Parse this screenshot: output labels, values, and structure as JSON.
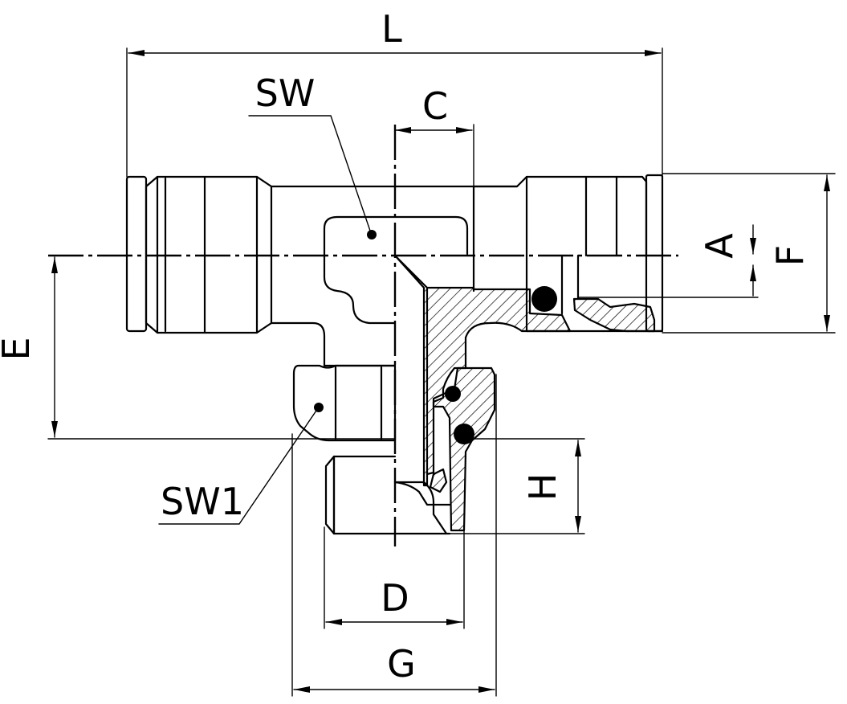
{
  "labels": {
    "L": "L",
    "SW": "SW",
    "C": "C",
    "A": "A",
    "F": "F",
    "E": "E",
    "SW1": "SW1",
    "H": "H",
    "D": "D",
    "G": "G"
  },
  "colors": {
    "line": "#000000",
    "background": "#ffffff"
  }
}
